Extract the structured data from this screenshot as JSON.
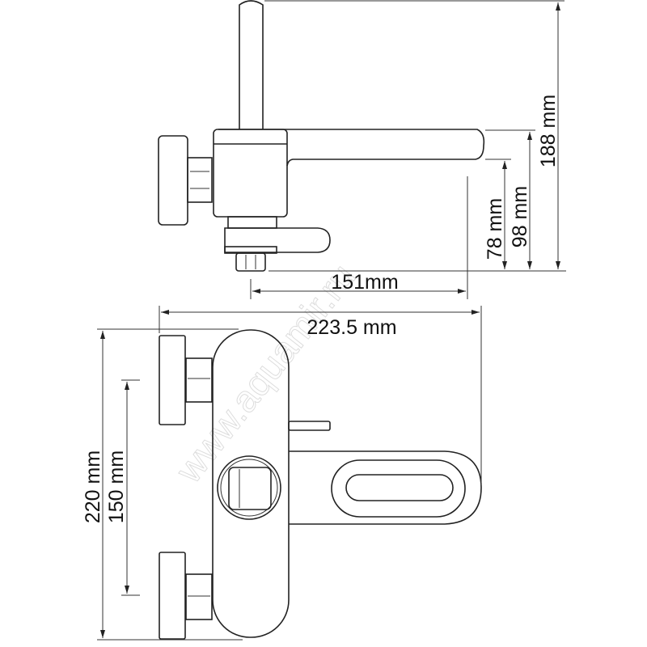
{
  "drawing": {
    "side_view": {
      "dimensions": {
        "total_height": "188 mm",
        "spout_height": "98 mm",
        "spout_bottom_height": "78 mm",
        "spout_reach": "151mm"
      }
    },
    "front_view": {
      "dimensions": {
        "total_width": "223.5 mm",
        "total_height": "220 mm",
        "inlet_spacing": "150 mm"
      }
    },
    "watermark": "www.aquamir.ru",
    "line_color": "#222222"
  }
}
